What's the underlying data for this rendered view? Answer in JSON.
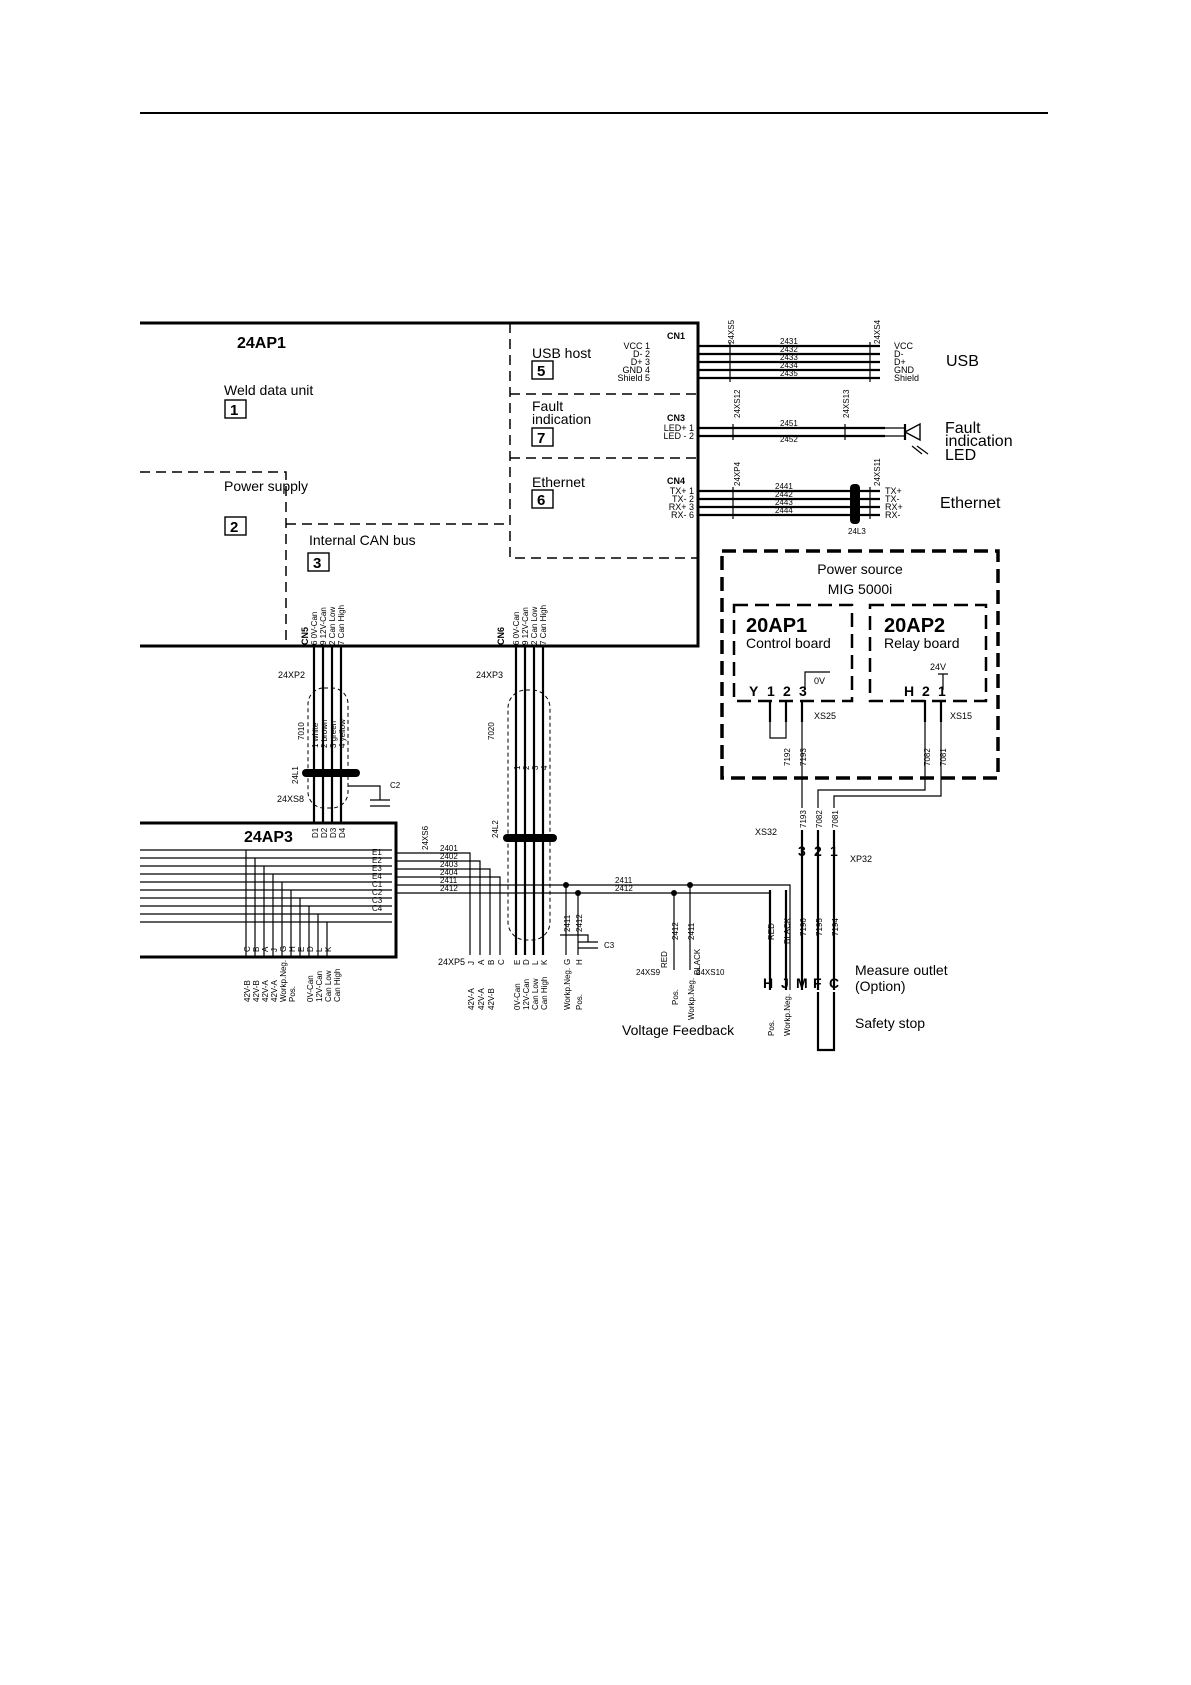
{
  "units": {
    "ap1": {
      "id": "24AP1",
      "name": "Weld data unit",
      "num": "1"
    },
    "psu": {
      "name": "Power supply",
      "num": "2"
    },
    "can": {
      "name": "Internal CAN bus",
      "num": "3"
    },
    "usb": {
      "name": "USB host",
      "num": "5"
    },
    "fault": {
      "name1": "Fault",
      "name2": "indication",
      "num": "7"
    },
    "eth": {
      "name": "Ethernet",
      "num": "6"
    },
    "ap3": {
      "id": "24AP3"
    }
  },
  "connectors": {
    "cn1": {
      "id": "CN1",
      "pins": [
        "VCC 1",
        "D- 2",
        "D+ 3",
        "GND 4",
        "Shield 5"
      ],
      "wires": [
        "2431",
        "2432",
        "2433",
        "2434",
        "2435"
      ],
      "far": [
        "VCC",
        "D-",
        "D+",
        "GND",
        "Shield"
      ],
      "xs_near": "24XS5",
      "xs_far": "24XS4",
      "label": "USB"
    },
    "cn3": {
      "id": "CN3",
      "pins": [
        "LED+ 1",
        "LED - 2"
      ],
      "wires": [
        "2451",
        "2452"
      ],
      "xs_near": "24XS12",
      "xs_far": "24XS13",
      "label1": "Fault",
      "label2": "indication",
      "label3": "LED"
    },
    "cn4": {
      "id": "CN4",
      "pins": [
        "TX+ 1",
        "TX- 2",
        "RX+ 3",
        "RX- 6"
      ],
      "wires": [
        "2441",
        "2442",
        "2443",
        "2444"
      ],
      "far": [
        "TX+",
        "TX-",
        "RX+",
        "RX-"
      ],
      "xs_near": "24XP4",
      "xs_far": "24XS11",
      "ferrite": "24L3",
      "label": "Ethernet"
    },
    "cn5": {
      "id": "CN5",
      "pins": [
        "6 0V-Can",
        "9 12V-Can",
        "2 Can Low",
        "7 Can High"
      ],
      "xp": "24XP2",
      "cable": "7010",
      "cores": [
        "1 white",
        "2 brown",
        "3 green",
        "4 yellow"
      ],
      "ferrite": "24L1",
      "cap": "C2",
      "xs": "24XS8",
      "ap3_pins": [
        "D1",
        "D2",
        "D3",
        "D4"
      ]
    },
    "cn6": {
      "id": "CN6",
      "pins": [
        "6 0V-Can",
        "9 12V-Can",
        "2 Can Low",
        "7 Can High"
      ],
      "xp": "24XP3",
      "cable": "7020",
      "cores": [
        "1",
        "2",
        "3",
        "4"
      ],
      "ferrite": "24L2",
      "cap": "C3"
    },
    "xs6": {
      "id": "24XS6",
      "pins": [
        "E1",
        "E2",
        "E3",
        "E4",
        "C1",
        "C2",
        "C3",
        "C4"
      ],
      "wires": [
        "2401",
        "2402",
        "2403",
        "2404",
        "2411",
        "2412"
      ]
    },
    "xp5": {
      "id": "24XP5",
      "letters": [
        "J",
        "A",
        "B",
        "C",
        "E",
        "D",
        "L",
        "K",
        "G",
        "H"
      ],
      "funcs": [
        "42V-A",
        "42V-A",
        "42V-B",
        "0V-Can",
        "12V-Can",
        "Can Low",
        "Can High",
        "Workp.Neg.",
        "Pos."
      ],
      "vertical": [
        "2411",
        "2412"
      ]
    },
    "left": {
      "letters": [
        "C",
        "B",
        "A",
        "J",
        "G",
        "H",
        "E",
        "D",
        "L",
        "K"
      ],
      "funcs": [
        "42V-B",
        "42V-B",
        "42V-A",
        "42V-A",
        "Workp.Neg.",
        "Pos.",
        "0V-Can",
        "12V-Can",
        "Can Low",
        "Can High"
      ]
    }
  },
  "power_source": {
    "title1": "Power source",
    "title2": "MIG 5000i",
    "ap1": {
      "id": "20AP1",
      "name": "Control board",
      "pins": [
        "Y",
        "1",
        "2",
        "3"
      ],
      "zero": "0V",
      "xs": "XS25",
      "wires": [
        "7192",
        "7193"
      ]
    },
    "ap2": {
      "id": "20AP2",
      "name": "Relay board",
      "pins": [
        "H",
        "2",
        "1"
      ],
      "v24": "24V",
      "xs": "XS15",
      "wires": [
        "7082",
        "7081"
      ]
    }
  },
  "xs32": {
    "id": "XS32",
    "xp": "XP32",
    "nums": [
      "3",
      "2",
      "1"
    ],
    "wires": [
      "7193",
      "7082",
      "7081"
    ],
    "lower": [
      "7196",
      "7195",
      "7194"
    ],
    "letters": [
      "H",
      "J",
      "M",
      "F",
      "C"
    ],
    "left_labels": [
      "Pos.",
      "Workp.Neg."
    ],
    "colors": [
      "RED",
      "BLACK"
    ]
  },
  "vf": {
    "wires": [
      "2411",
      "2412"
    ],
    "v": [
      "2412",
      "2411"
    ],
    "xs9": "24XS9",
    "xs10": "24XS10",
    "red": "RED",
    "black": "BLACK",
    "pos": "Pos.",
    "neg": "Workp.Neg.",
    "label": "Voltage Feedback"
  },
  "measure": {
    "l1": "Measure outlet",
    "l2": "(Option)",
    "safety": "Safety stop"
  }
}
